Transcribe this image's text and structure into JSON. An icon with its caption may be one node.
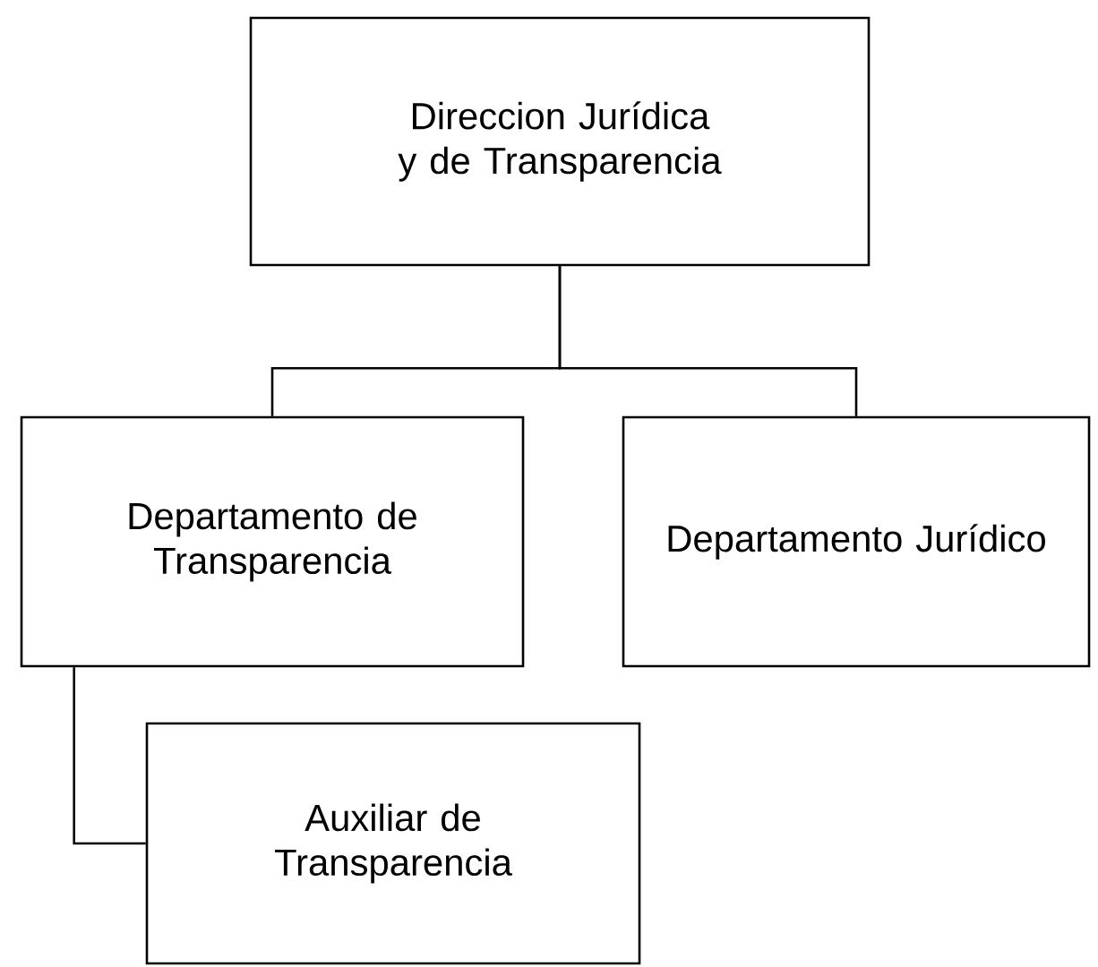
{
  "diagram": {
    "nodes": [
      {
        "text": [
          "Direccion Jurídica y de Transparencia"
        ]
      },
      {
        "text": [
          "Departamento de Transparencia"
        ]
      },
      {
        "text": [
          "Departamento Jurídico"
        ]
      },
      {
        "text": [
          "Auxiliar de Transparencia"
        ]
      }
    ],
    "edges": [
      {
        "from": 0,
        "to": 1,
        "arrow": "none"
      },
      {
        "from": 0,
        "to": 2,
        "arrow": "none"
      },
      {
        "from": 1,
        "to": 3,
        "arrow": "none"
      }
    ]
  }
}
